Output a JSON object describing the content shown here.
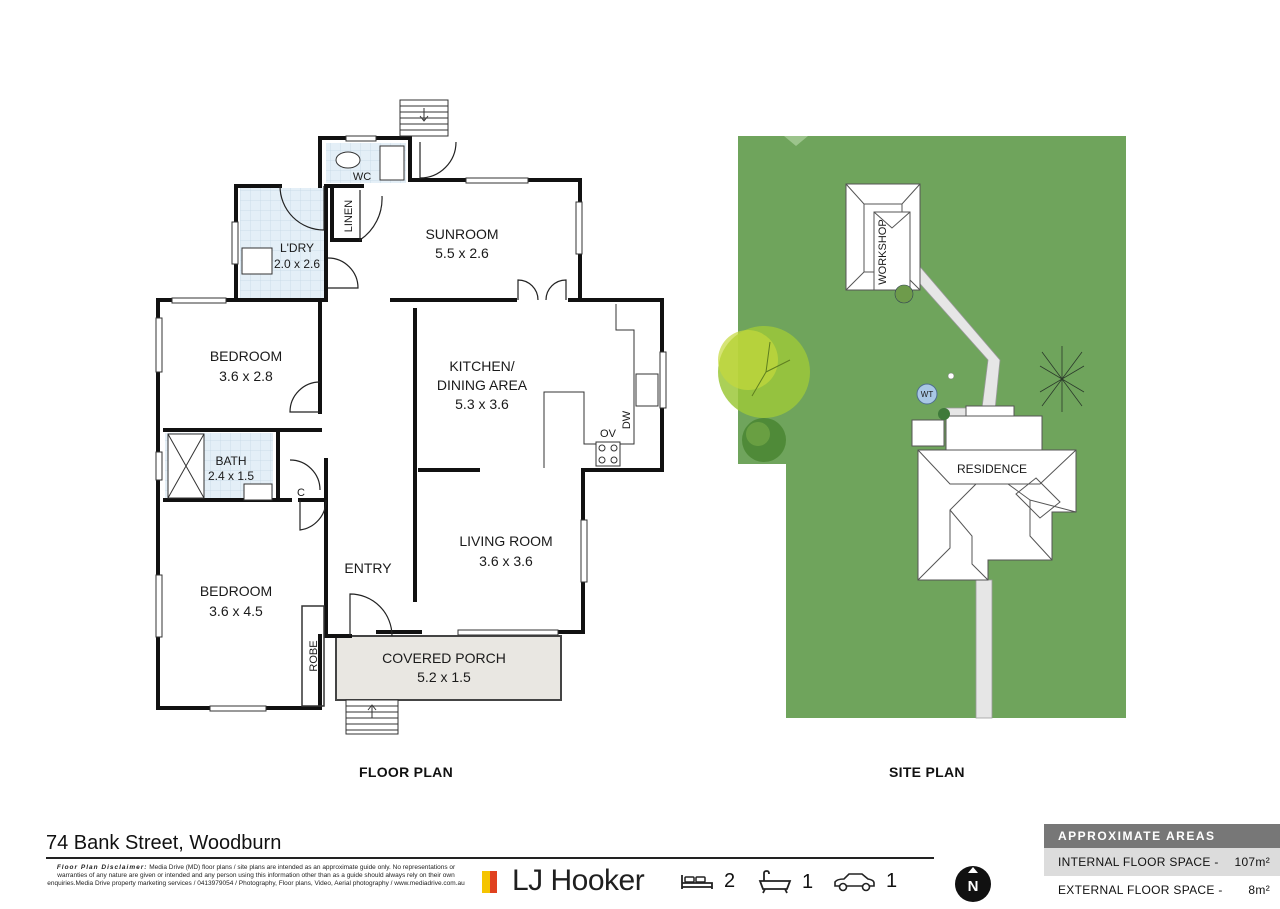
{
  "floor_plan": {
    "caption": "FLOOR PLAN",
    "rooms": [
      {
        "id": "sunroom",
        "name": "SUNROOM",
        "size": "5.5 x 2.6"
      },
      {
        "id": "laundry",
        "name": "L'DRY",
        "size": "2.0 x 2.6"
      },
      {
        "id": "bedroom1",
        "name": "BEDROOM",
        "size": "3.6 x 2.8"
      },
      {
        "id": "kitchen",
        "name": "KITCHEN/",
        "name2": "DINING AREA",
        "size": "5.3 x 3.6"
      },
      {
        "id": "bath",
        "name": "BATH",
        "size": "2.4 x 1.5"
      },
      {
        "id": "living",
        "name": "LIVING ROOM",
        "size": "3.6 x 3.6"
      },
      {
        "id": "bedroom2",
        "name": "BEDROOM",
        "size": "3.6 x 4.5"
      },
      {
        "id": "porch",
        "name": "COVERED PORCH",
        "size": "5.2 x 1.5"
      }
    ],
    "labels": {
      "wc": "WC",
      "linen": "LINEN",
      "entry": "ENTRY",
      "robe": "ROBE",
      "cupboard": "C",
      "oven": "OV",
      "dishwasher": "DW"
    }
  },
  "site_plan": {
    "caption": "SITE PLAN",
    "workshop": "WORKSHOP",
    "residence": "RESIDENCE",
    "water_tank": "WT",
    "colors": {
      "lawn": "#6fa45c",
      "roof": "#ffffff",
      "path": "#e6e6e6"
    }
  },
  "address": "74 Bank Street, Woodburn",
  "disclaimer": {
    "heading": "Floor Plan Disclaimer:",
    "text": "Media Drive (MD) floor plans / site plans are intended as an approximate guide only. No representations or warranties of any nature are given or intended and any person using this information other than as a guide should always rely on their own enquiries.Media Drive property marketing services / 0413979054 / Photography, Floor plans, Video, Aerial photography / www.mediadrive.com.au"
  },
  "brand": {
    "name": "LJ Hooker",
    "colors": [
      "#f5c400",
      "#e0411f",
      "#111111"
    ]
  },
  "features": {
    "bedrooms": "2",
    "bathrooms": "1",
    "car_spaces": "1"
  },
  "compass": "N",
  "areas": {
    "title": "APPROXIMATE AREAS",
    "rows": [
      {
        "label": "INTERNAL FLOOR SPACE -",
        "value": "107m²"
      },
      {
        "label": "EXTERNAL FLOOR SPACE -",
        "value": "8m²"
      }
    ]
  }
}
